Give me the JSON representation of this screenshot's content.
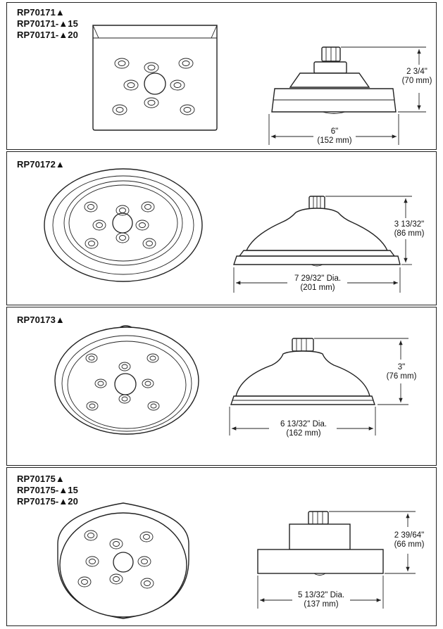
{
  "panels": [
    {
      "models": [
        "RP70171▲",
        "RP70171-▲15",
        "RP70171-▲20"
      ],
      "height": {
        "imperial": "2 3/4\"",
        "metric": "(70 mm)"
      },
      "width": {
        "imperial": "6\"",
        "metric": "(152 mm)"
      }
    },
    {
      "models": [
        "RP70172▲"
      ],
      "height": {
        "imperial": "3 13/32\"",
        "metric": "(86 mm)"
      },
      "width": {
        "imperial": "7 29/32\" Dia.",
        "metric": "(201 mm)"
      }
    },
    {
      "models": [
        "RP70173▲"
      ],
      "height": {
        "imperial": "3\"",
        "metric": "(76 mm)"
      },
      "width": {
        "imperial": "6 13/32\" Dia.",
        "metric": "(162 mm)"
      }
    },
    {
      "models": [
        "RP70175▲",
        "RP70175-▲15",
        "RP70175-▲20"
      ],
      "height": {
        "imperial": "2 39/64\"",
        "metric": "(66 mm)"
      },
      "width": {
        "imperial": "5 13/32\" Dia.",
        "metric": "(137 mm)"
      }
    }
  ]
}
